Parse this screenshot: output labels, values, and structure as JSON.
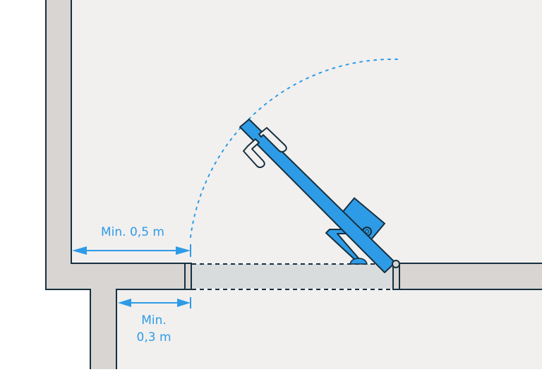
{
  "diagram": {
    "title": "Door opening clearance plan",
    "colors": {
      "background": "#ffffff",
      "floor": "#f1f0ef",
      "wall_fill": "#d8d5d2",
      "wall_outline": "#16303f",
      "threshold_fill": "#d9dcdd",
      "door_blue": "#2e9be6",
      "annotation_blue": "#2e9be6"
    },
    "annotations": {
      "side_clearance": "Min. 0,5 m",
      "wall_clearance_line1": "Min.",
      "wall_clearance_line2": "0,3 m"
    },
    "elements": {
      "door_leaf": "door-leaf",
      "handles": "double lever handles",
      "closer": "door closer with arm",
      "hinge": "hinge pivot",
      "swing_arc": "dotted swing arc",
      "doorway": "door opening (dashed)"
    }
  }
}
